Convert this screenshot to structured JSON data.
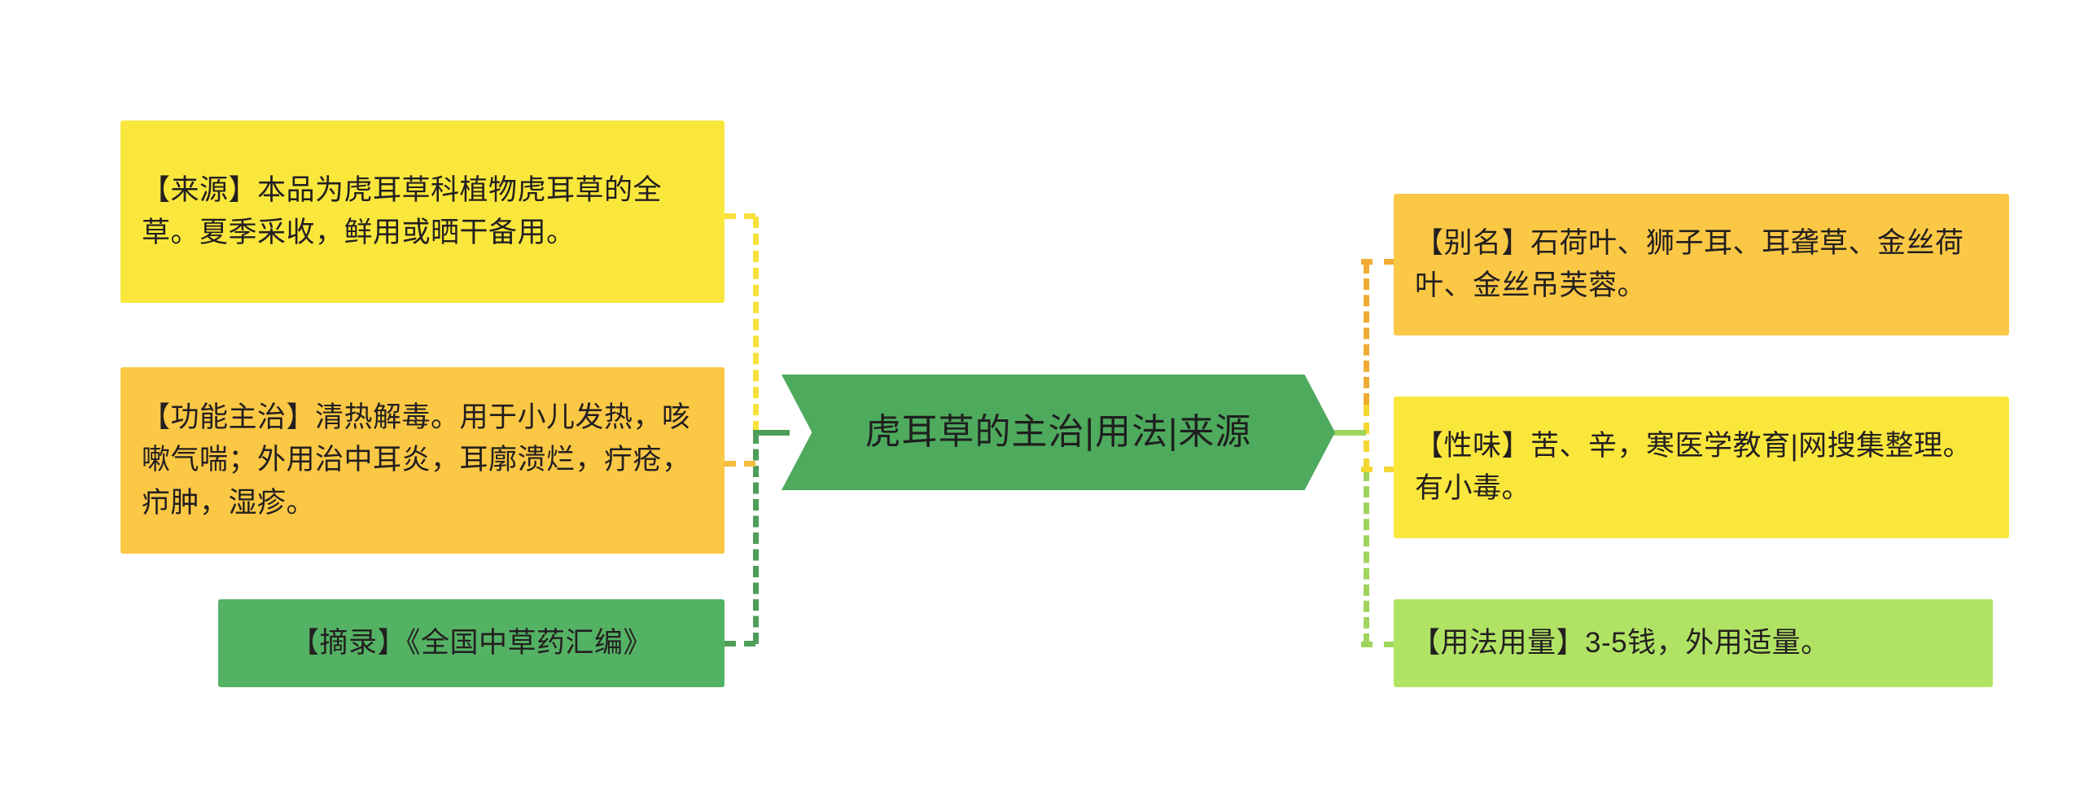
{
  "diagram": {
    "type": "mind-map",
    "center": {
      "label": "虎耳草的主治|用法|来源",
      "color": "#4eaa5d"
    },
    "branches": {
      "left": [
        {
          "name": "source",
          "label": "【来源】本品为虎耳草科植物虎耳草的全草。夏季采收，鲜用或晒干备用。",
          "color": "#fae73c"
        },
        {
          "name": "functions",
          "label": "【功能主治】清热解毒。用于小儿发热，咳嗽气喘；外用治中耳炎，耳廓溃烂，疔疮，疖肿，湿疹。",
          "color": "#fbc845"
        },
        {
          "name": "excerpt",
          "label": "【摘录】《全国中草药汇编》",
          "color": "#54b264"
        }
      ],
      "right": [
        {
          "name": "alias",
          "label": "【别名】石荷叶、狮子耳、耳聋草、金丝荷叶、金丝吊芙蓉。",
          "color": "#fbc845"
        },
        {
          "name": "nature",
          "label": "【性味】苦、辛，寒医学教育|网搜集整理。有小毒。",
          "color": "#fae73c"
        },
        {
          "name": "dosage",
          "label": "【用法用量】3-5钱，外用适量。",
          "color": "#b0e363"
        }
      ]
    },
    "connectors": {
      "left_spine_top_color": "#f7e13a",
      "left_spine_bottom_color": "#4d9e58",
      "right_spine_top_color": "#f0ab33",
      "right_spine_mid_color": "#f5d732",
      "right_spine_bottom_color": "#9fd45d"
    }
  }
}
